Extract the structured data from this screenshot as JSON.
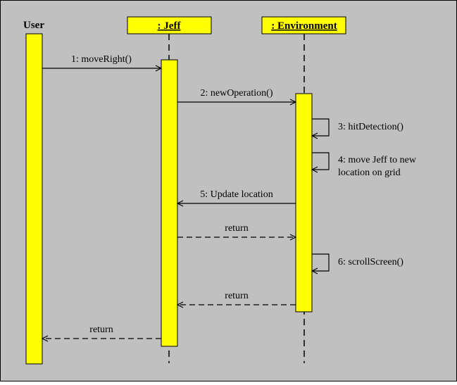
{
  "colors": {
    "background": "#c0c0c0",
    "activation": "#ffff00",
    "line": "#000000"
  },
  "actors": {
    "user": "User",
    "jeff": ": Jeff",
    "environment": ": Environment"
  },
  "messages": {
    "m1": "1: moveRight()",
    "m2": "2: newOperation()",
    "m3": "3: hitDetection()",
    "m4_line1": "4: move Jeff to new",
    "m4_line2": "location on grid",
    "m5": "5: Update location",
    "r1": "return",
    "m6": "6: scrollScreen()",
    "r2": "return",
    "r3": "return"
  }
}
